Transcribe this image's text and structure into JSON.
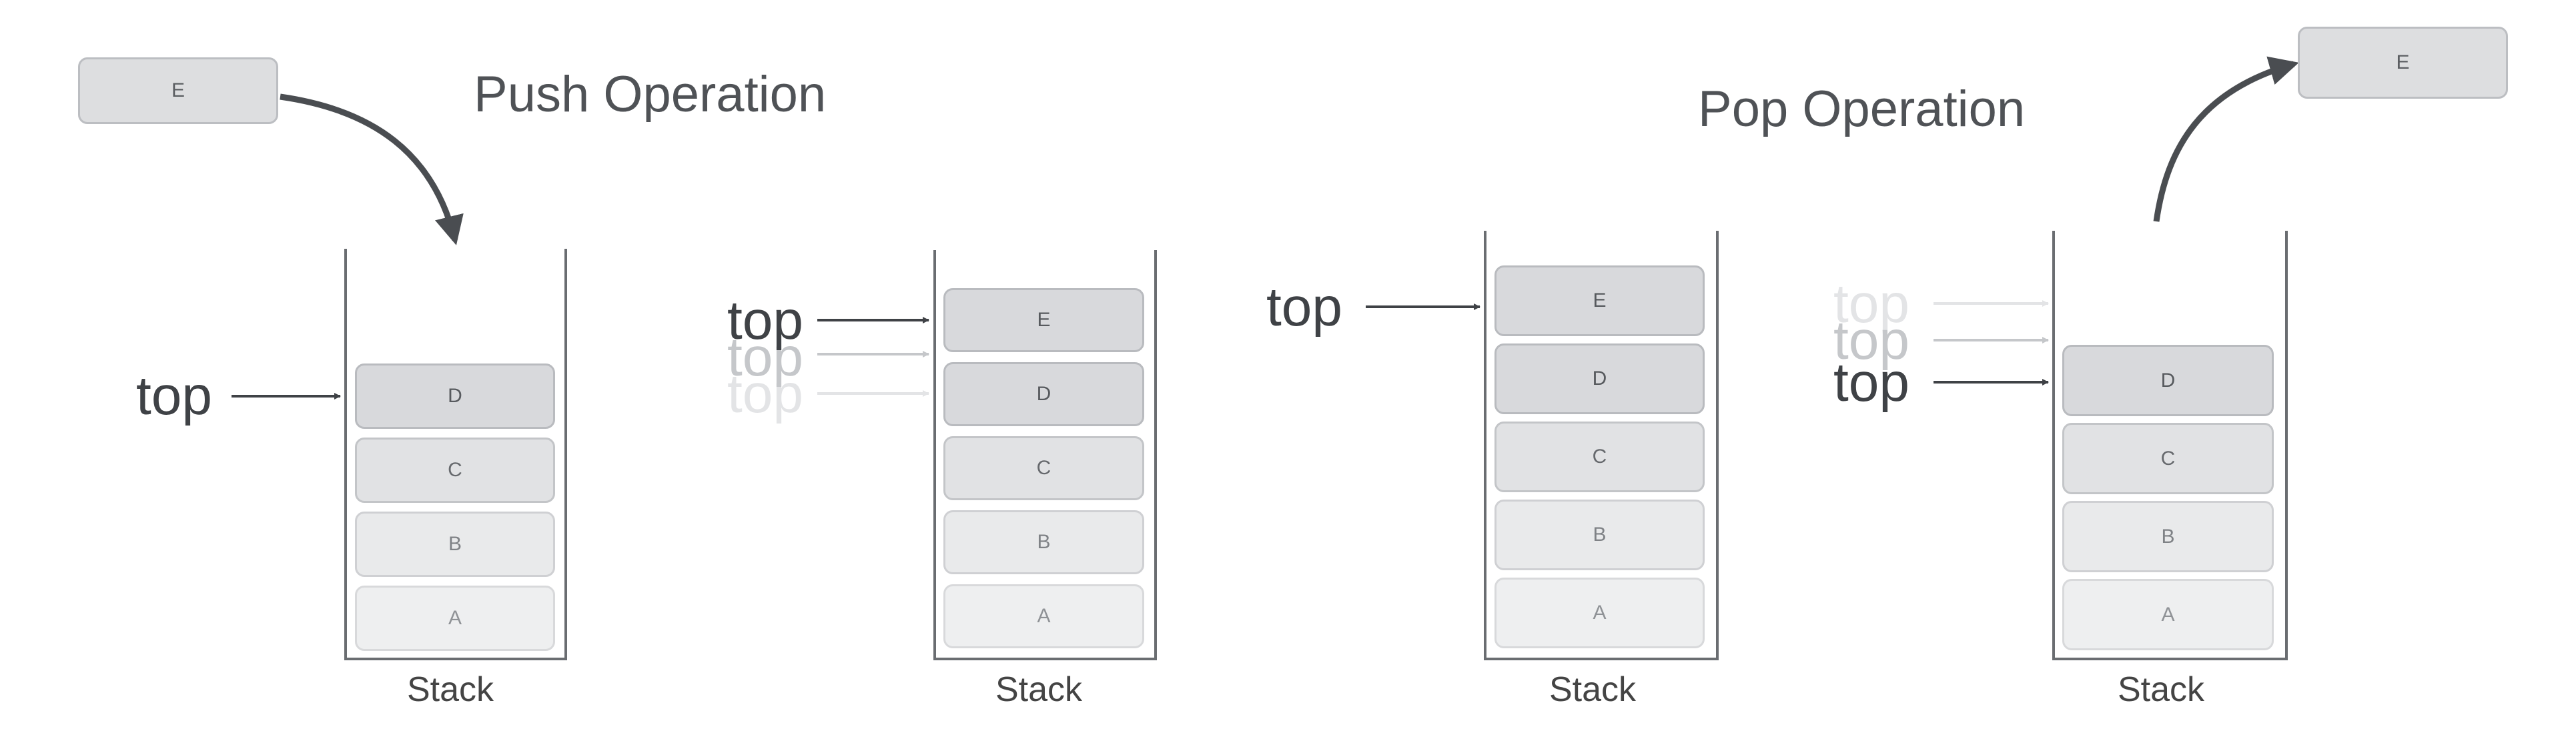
{
  "titles": {
    "push": "Push Operation",
    "pop": "Pop Operation"
  },
  "pointer_label": "top",
  "stack_caption": "Stack",
  "floating_element": "E",
  "panels": [
    {
      "name": "push-before",
      "elements": [
        "D",
        "C",
        "B",
        "A"
      ],
      "top_element": "D"
    },
    {
      "name": "push-after",
      "elements": [
        "E",
        "D",
        "C",
        "B",
        "A"
      ],
      "top_element": "E"
    },
    {
      "name": "pop-before",
      "elements": [
        "E",
        "D",
        "C",
        "B",
        "A"
      ],
      "top_element": "E"
    },
    {
      "name": "pop-after",
      "elements": [
        "D",
        "C",
        "B",
        "A"
      ],
      "top_element": "D"
    }
  ]
}
